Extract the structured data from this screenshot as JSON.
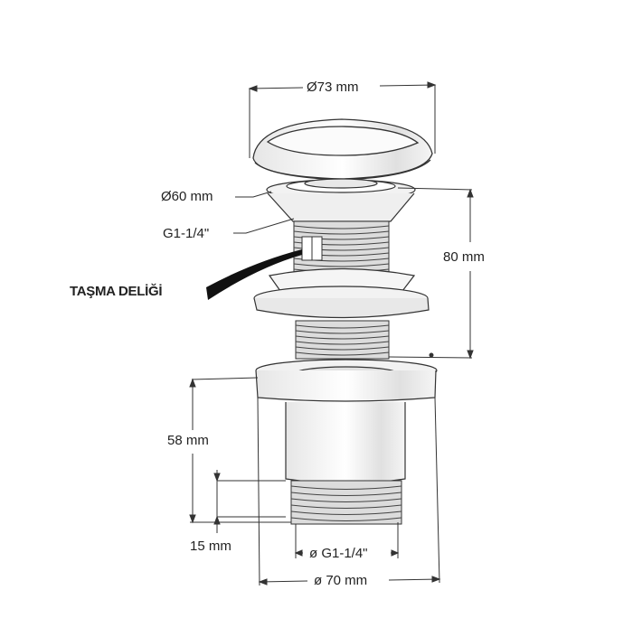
{
  "diagram": {
    "subject": "Pop-up sink drain (click-clack waste) with overflow hole",
    "labels": {
      "cap_diameter": "Ø73 mm",
      "flange_diameter": "Ø60 mm",
      "thread_top": "G1-1/4\"",
      "overflow_hole": "TAŞMA DELİĞİ",
      "body_height": "80 mm",
      "lower_height": "58 mm",
      "thread_length": "15 mm",
      "thread_bottom": "ø G1-1/4\"",
      "lower_diameter": "ø 70 mm"
    },
    "colors": {
      "line": "#333333",
      "fill": "#f2f2f2",
      "shade": "#d9d9d9",
      "text": "#222222"
    }
  }
}
